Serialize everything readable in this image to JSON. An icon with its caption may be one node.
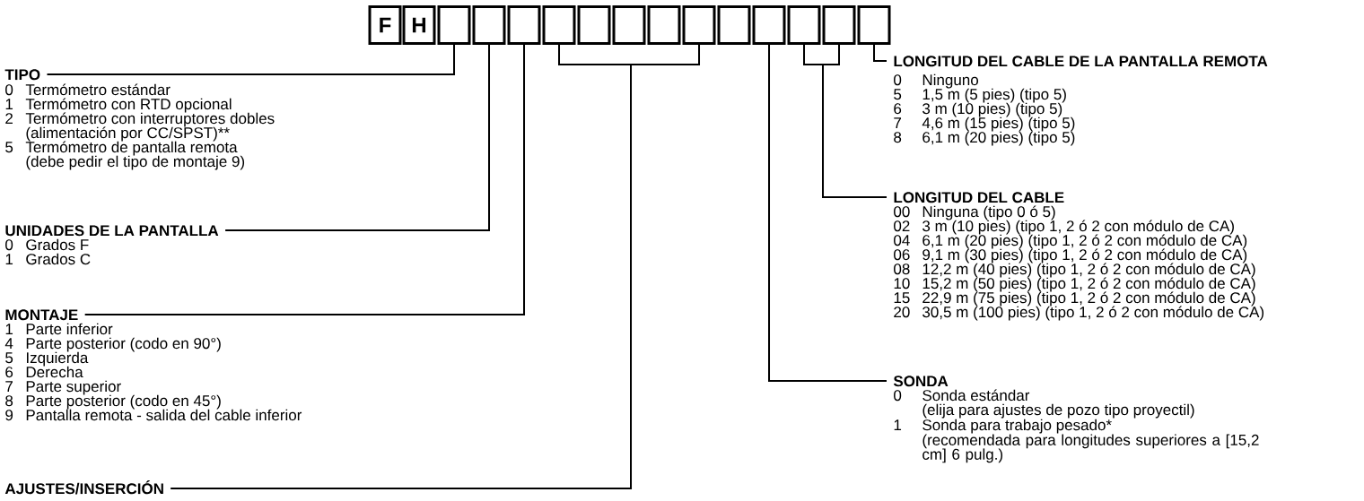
{
  "diagram": {
    "nodes": [
      {
        "text": [
          "F"
        ]
      },
      {
        "text": [
          "H"
        ]
      },
      {
        "text": [],
        "shape": "box"
      },
      {
        "text": [],
        "shape": "box"
      },
      {
        "text": [],
        "shape": "box"
      },
      {
        "text": [],
        "shape": "box"
      },
      {
        "text": [],
        "shape": "box"
      },
      {
        "text": [],
        "shape": "box"
      },
      {
        "text": [],
        "shape": "box"
      },
      {
        "text": [],
        "shape": "box"
      },
      {
        "text": [],
        "shape": "box"
      },
      {
        "text": [],
        "shape": "box"
      },
      {
        "text": [],
        "shape": "box"
      },
      {
        "text": [],
        "shape": "box"
      },
      {
        "text": [],
        "shape": "box"
      },
      {
        "text": [
          "TIPO",
          "0",
          "Termómetro estándar",
          "1",
          "Termómetro con RTD opcional",
          "2",
          "Termómetro con interruptores dobles",
          "(alimentación por CC/SPST)**",
          "5",
          "Termómetro de pantalla remota",
          "(debe pedir el tipo de montaje 9)"
        ]
      },
      {
        "text": [
          "UNIDADES DE LA PANTALLA",
          "0",
          "Grados F",
          "1",
          "Grados C"
        ]
      },
      {
        "text": [
          "MONTAJE",
          "1",
          "Parte inferior",
          "4",
          "Parte posterior (codo en 90°)",
          "5",
          "Izquierda",
          "6",
          "Derecha",
          "7",
          "Parte superior",
          "8",
          "Parte posterior (codo en 45°)",
          "9",
          "Pantalla remota - salida del cable inferior"
        ]
      },
      {
        "text": [
          "AJUSTES/INSERCIÓN"
        ]
      },
      {
        "text": [
          "SONDA",
          "0",
          "Sonda estándar",
          "(elija para ajustes de pozo tipo proyectil)",
          "1",
          "Sonda para trabajo pesado*",
          "(recomendada para longitudes superiores a [15,2 cm] 6 pulg.)"
        ]
      },
      {
        "text": [
          "LONGITUD DEL CABLE",
          "00",
          "Ninguna (tipo 0 ó 5)",
          "02",
          "3 m (10 pies) (tipo 1, 2 ó 2 con módulo de CA)",
          "04",
          "6,1 m (20 pies) (tipo 1, 2 ó 2 con módulo de CA)",
          "06",
          "9,1 m (30 pies) (tipo 1, 2 ó 2 con módulo de CA)",
          "08",
          "12,2 m (40 pies) (tipo 1, 2 ó 2 con módulo de CA)",
          "10",
          "15,2 m (50 pies) (tipo 1, 2 ó 2 con módulo de CA)",
          "15",
          "22,9 m (75 pies) (tipo 1, 2 ó 2 con módulo de CA)",
          "20",
          "30,5 m (100 pies) (tipo 1, 2 ó 2 con módulo de CA)"
        ]
      },
      {
        "text": [
          "LONGITUD DEL CABLE DE LA PANTALLA REMOTA",
          "0",
          "Ninguno",
          "5",
          "1,5 m (5 pies) (tipo 5)",
          "6",
          "3 m (10 pies) (tipo 5)",
          "7",
          "4,6 m (15 pies) (tipo 5)",
          "8",
          "6,1 m (20 pies) (tipo 5)"
        ]
      }
    ],
    "edges": [
      {
        "from": 2,
        "to": 15,
        "arrow": "none"
      },
      {
        "from": 3,
        "to": 16,
        "arrow": "none"
      },
      {
        "from": 4,
        "to": 17,
        "arrow": "none"
      },
      {
        "from": 5,
        "to": 18,
        "arrow": "none"
      },
      {
        "from": 9,
        "to": 18,
        "arrow": "none"
      },
      {
        "from": 11,
        "to": 19,
        "arrow": "none"
      },
      {
        "from": 12,
        "to": 20,
        "arrow": "none"
      },
      {
        "from": 13,
        "to": 20,
        "arrow": "none"
      },
      {
        "from": 14,
        "to": 21,
        "arrow": "none"
      }
    ]
  }
}
